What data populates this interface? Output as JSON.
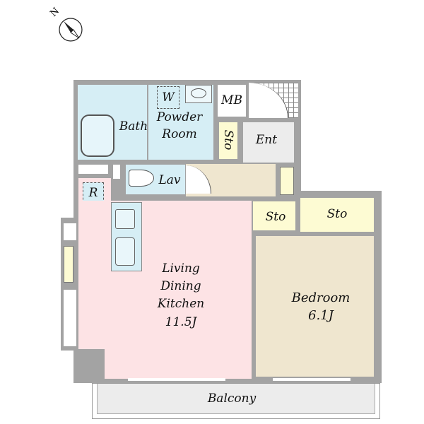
{
  "compass": {
    "label": "N"
  },
  "rooms": {
    "bath": "Bath",
    "washer": "W",
    "powder_room": [
      "Powder",
      "Room"
    ],
    "mb": "MB",
    "sto_entry": "Sto",
    "ent": "Ent",
    "lav": "Lav",
    "refrigerator": "R",
    "ldk": [
      "Living",
      "Dining",
      "Kitchen",
      "11.5J"
    ],
    "sto_small": "Sto",
    "sto_large": "Sto",
    "bedroom": [
      "Bedroom",
      "6.1J"
    ],
    "balcony": "Balcony"
  },
  "colors": {
    "ldk": "#fde3e5",
    "bedroom": "#efe6cf",
    "wet": "#d6eef5",
    "storage": "#fdfbd3",
    "wall": "#a3a3a3"
  }
}
